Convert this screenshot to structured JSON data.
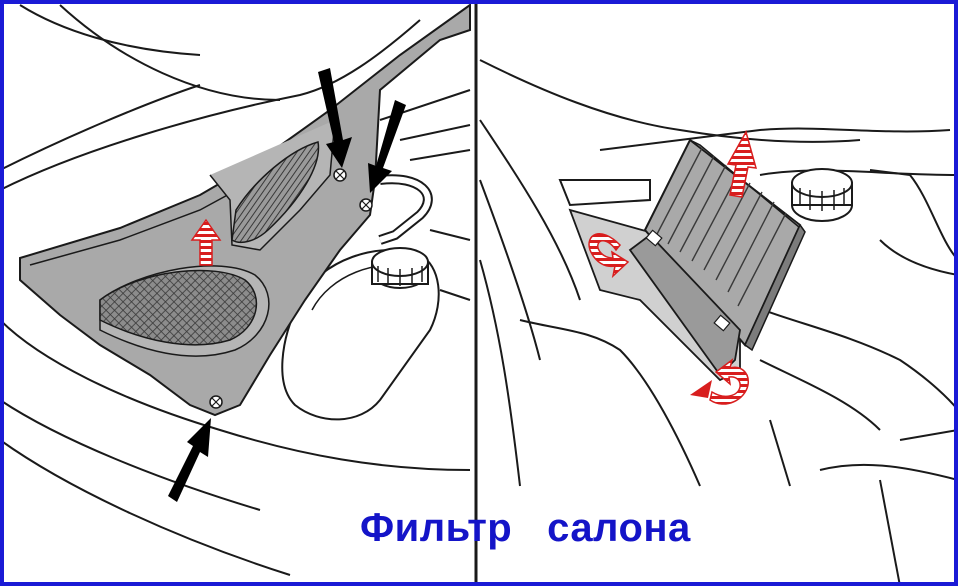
{
  "caption": "Фильтр   салона",
  "colors": {
    "border": "#1a1ad6",
    "caption": "#1414c8",
    "panel_fill": "#a9a9a9",
    "mesh_fill": "#5a5a5a",
    "arrow_black": "#000000",
    "arrow_red": "#d81e1e",
    "outline": "#1a1a1a"
  },
  "panels": [
    {
      "name": "left-panel",
      "description_icon": "cowl-cover-removal"
    },
    {
      "name": "right-panel",
      "description_icon": "cabin-filter-removal"
    }
  ]
}
